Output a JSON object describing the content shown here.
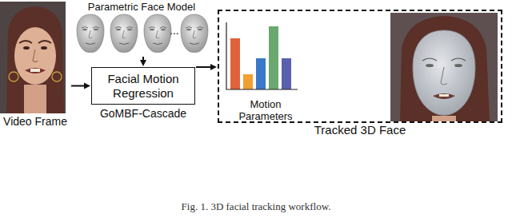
{
  "diagram": {
    "caption": "Fig. 1. 3D facial tracking workflow.",
    "nodes": [
      {
        "text": [
          "Video Frame"
        ]
      },
      {
        "text": [
          "Parametric Face Model"
        ]
      },
      {
        "text": [
          "Facial Motion Regression",
          "GoMBF-Cascade"
        ]
      },
      {
        "text": [
          "Tracked 3D Face"
        ]
      },
      {
        "text": [
          "Motion Parameters"
        ],
        "in": 3
      }
    ],
    "edges": [
      {
        "from": 0,
        "to": 2,
        "arrow": "to"
      },
      {
        "from": 1,
        "to": 2,
        "arrow": "to"
      },
      {
        "from": 2,
        "to": 3,
        "arrow": "to"
      }
    ],
    "labels": [
      "..."
    ]
  }
}
